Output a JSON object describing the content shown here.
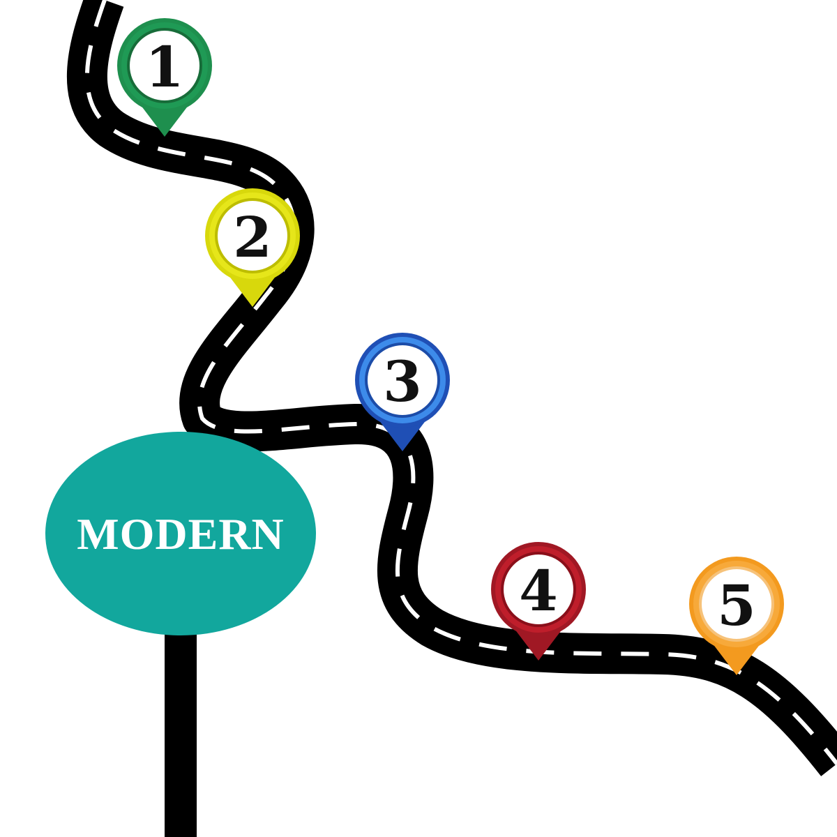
{
  "sign": {
    "label": "MODERN",
    "color": "#12A79D",
    "post_color": "#000000"
  },
  "road": {
    "asphalt_color": "#000000",
    "lane_marking_color": "#ffffff"
  },
  "milestones": [
    {
      "number": "1",
      "color_outer": "#1E8F4E",
      "color_ring": "#1F9A55",
      "color_inner_ring": "#176C39"
    },
    {
      "number": "2",
      "color_outer": "#D8D80C",
      "color_ring": "#E6E61A",
      "color_inner_ring": "#BDBD00"
    },
    {
      "number": "3",
      "color_outer": "#1F4FB5",
      "color_ring": "#3D8BEA",
      "color_inner_ring": "#1C4CA8"
    },
    {
      "number": "4",
      "color_outer": "#A01824",
      "color_ring": "#BF1E2B",
      "color_inner_ring": "#8A0F1A"
    },
    {
      "number": "5",
      "color_outer": "#F39A1F",
      "color_ring": "#F7A93A",
      "color_inner_ring": "#F6C27A"
    }
  ]
}
